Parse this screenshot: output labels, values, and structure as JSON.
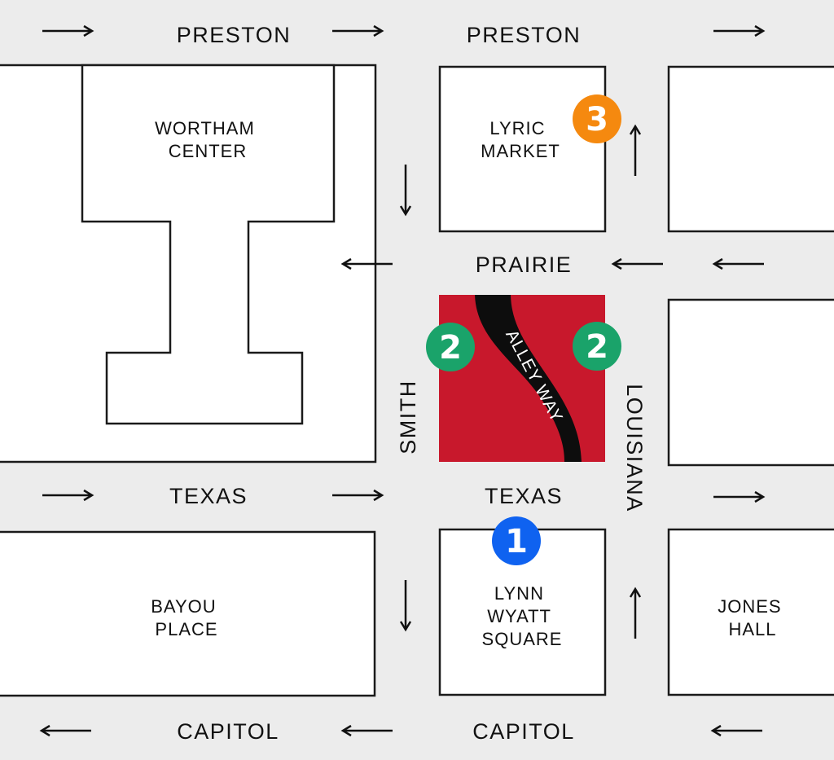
{
  "streets": {
    "preston": "PRESTON",
    "prairie": "PRAIRIE",
    "texas": "TEXAS",
    "capitol": "CAPITOL",
    "smith": "SMITH",
    "louisiana": "LOUISIANA"
  },
  "buildings": {
    "wortham": [
      "WORTHAM",
      "CENTER"
    ],
    "lyric": [
      "LYRIC",
      "MARKET"
    ],
    "bayou": [
      "BAYOU",
      "PLACE"
    ],
    "lynn": [
      "LYNN",
      "WYATT",
      "SQUARE"
    ],
    "jones": [
      "JONES",
      "HALL"
    ]
  },
  "alley": "ALLEY WAY",
  "markers": {
    "one": "1",
    "two": "2",
    "three": "3"
  },
  "colors": {
    "background": "#ececec",
    "alley_block": "#c8182c",
    "marker_blue": "#0f62f0",
    "marker_green": "#1aa36a",
    "marker_orange": "#f5890f"
  },
  "icons": [
    "one-way-arrow-icon"
  ]
}
